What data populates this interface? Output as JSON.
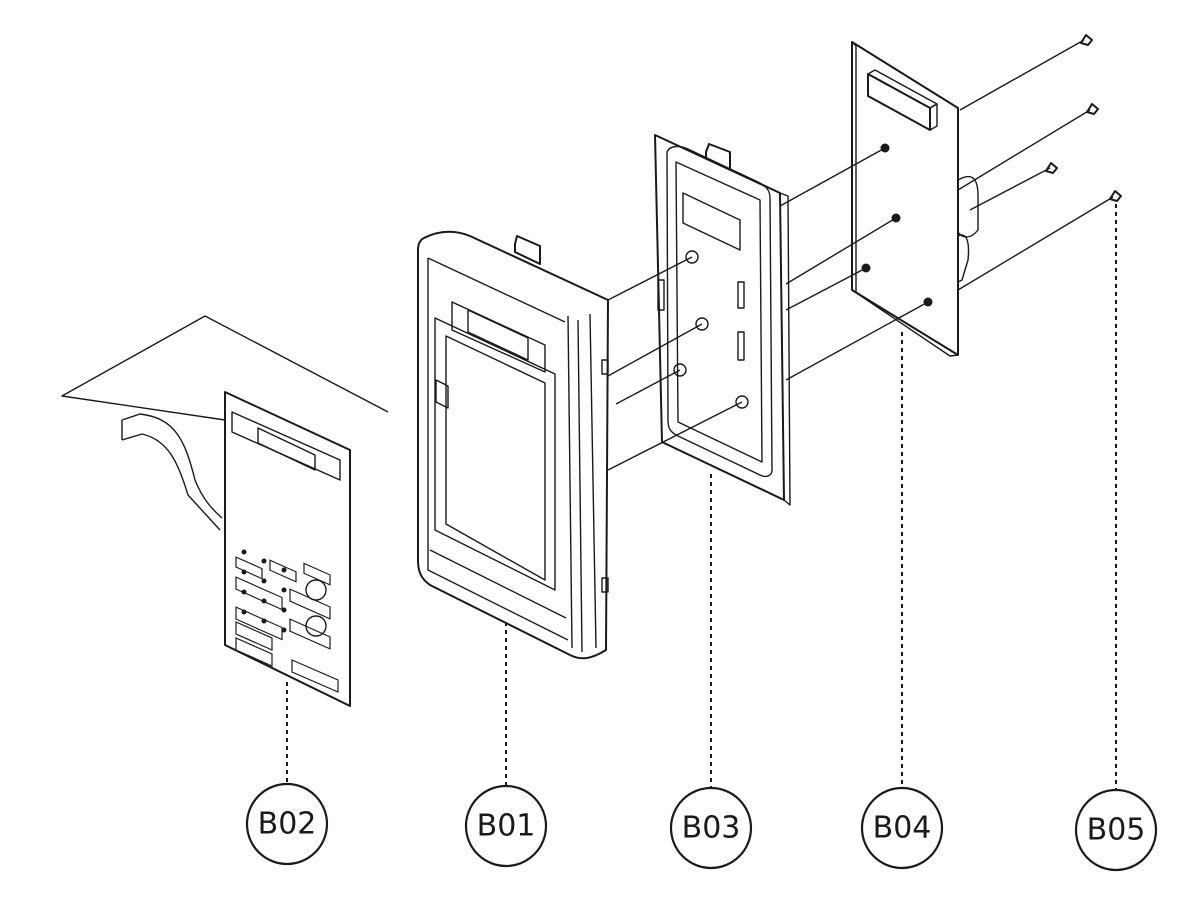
{
  "diagram": {
    "callouts": [
      {
        "id": "b02",
        "label": "B02"
      },
      {
        "id": "b01",
        "label": "B01"
      },
      {
        "id": "b03",
        "label": "B03"
      },
      {
        "id": "b04",
        "label": "B04"
      },
      {
        "id": "b05",
        "label": "B05"
      }
    ]
  }
}
